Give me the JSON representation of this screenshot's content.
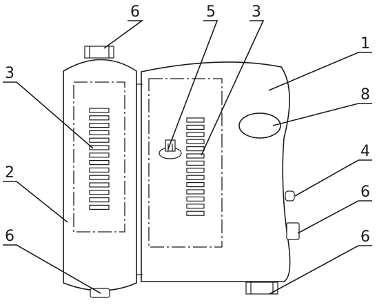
{
  "labels": {
    "main_body": "1",
    "side_body": "2",
    "slots_left": "3",
    "slots_right": "3",
    "side_connector": "4",
    "center_part": "5",
    "top_foot": "6",
    "bottom_left_foot": "6",
    "right_side_foot": "6",
    "bottom_right_foot": "6",
    "oval_window": "8"
  }
}
